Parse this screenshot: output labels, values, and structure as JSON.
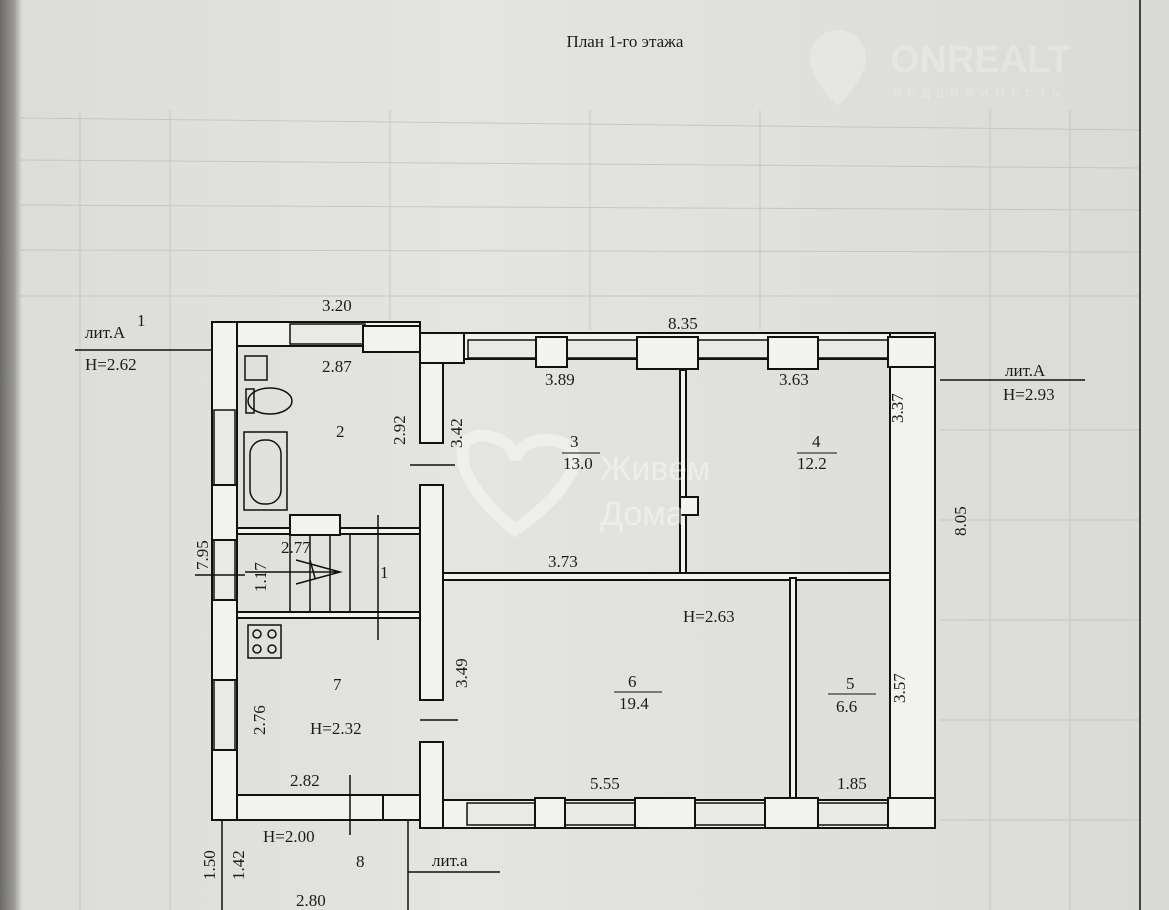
{
  "title": "План 1-го этажа",
  "watermarks": {
    "brand": "ONREALT",
    "brand_sub": "недвижимость",
    "center": [
      "Живем",
      "Дома"
    ]
  },
  "labels": {
    "lit_a1": "лит.А",
    "lit_a1_sup": "1",
    "lit_a1_h": "H=2.62",
    "lit_a": "лит.А",
    "lit_a_h": "H=2.93",
    "lit_a_small": "лит.а"
  },
  "rooms": [
    {
      "num": "1"
    },
    {
      "num": "2"
    },
    {
      "num": "3",
      "area": "13.0"
    },
    {
      "num": "4",
      "area": "12.2"
    },
    {
      "num": "5",
      "area": "6.6"
    },
    {
      "num": "6",
      "area": "19.4"
    },
    {
      "num": "7",
      "height": "H=2.32"
    },
    {
      "num": "8",
      "height": "H=2.00"
    }
  ],
  "main_height": "H=2.63",
  "dimensions": {
    "annex_width": "3.20",
    "main_width": "8.35",
    "room2_width": "2.87",
    "room2_depth": "2.92",
    "room3_depth": "3.42",
    "room3_top": "3.89",
    "room3_bottom": "3.73",
    "room4_top": "3.63",
    "room4_depth": "3.37",
    "main_depth": "8.05",
    "annex_depth": "7.95",
    "stair_depth": "1.17",
    "stair_width": "2.77",
    "room6_depth": "3.49",
    "room7_depth": "2.76",
    "room7_width": "2.82",
    "room6_width": "5.55",
    "room5_width": "1.85",
    "room5_depth": "3.57",
    "porch_outer": "1.50",
    "porch_inner": "1.42",
    "porch_width": "2.80"
  }
}
